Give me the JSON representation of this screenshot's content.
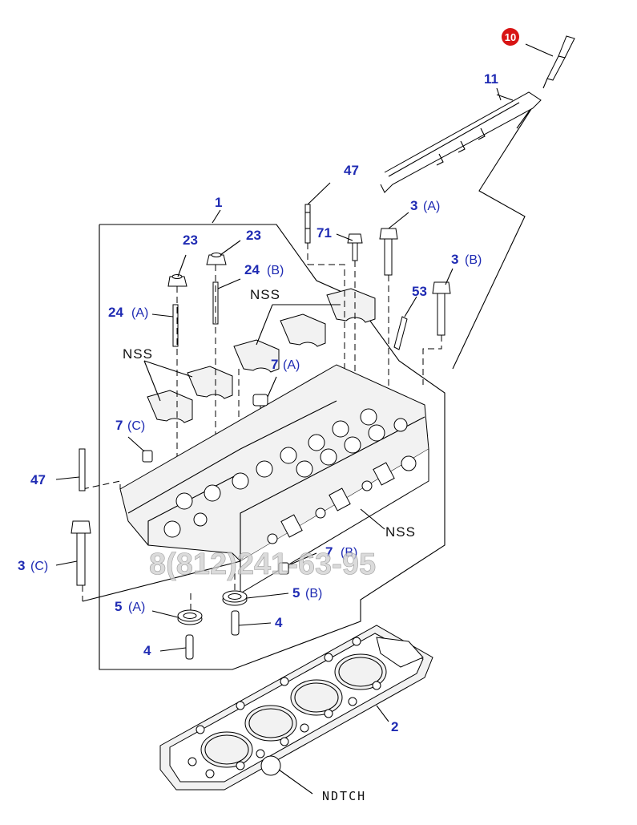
{
  "callouts": {
    "c10": "10",
    "c11": "11",
    "c47a": "47",
    "c1": "1",
    "c3a": "3",
    "c3a_s": "(A)",
    "c71": "71",
    "c23a": "23",
    "c23b": "23",
    "c3b": "3",
    "c3b_s": "(B)",
    "c24b": "24",
    "c24b_s": "(B)",
    "c53": "53",
    "c24a": "24",
    "c24a_s": "(A)",
    "c7a": "7",
    "c7a_s": "(A)",
    "c7c": "7",
    "c7c_s": "(C)",
    "c47b": "47",
    "c3c": "3",
    "c3c_s": "(C)",
    "c7b": "7",
    "c7b_s": "(B)",
    "c5a": "5",
    "c5a_s": "(A)",
    "c5b": "5",
    "c5b_s": "(B)",
    "c4a": "4",
    "c4b": "4",
    "c2": "2"
  },
  "tags": {
    "nss_top": "NSS",
    "nss_left": "NSS",
    "nss_right": "NSS",
    "notch": "NDTCH"
  },
  "watermark": "8(812)241-63-95",
  "colors": {
    "callout": "#1f2bb3",
    "badge": "#d81414",
    "line": "#000000"
  }
}
